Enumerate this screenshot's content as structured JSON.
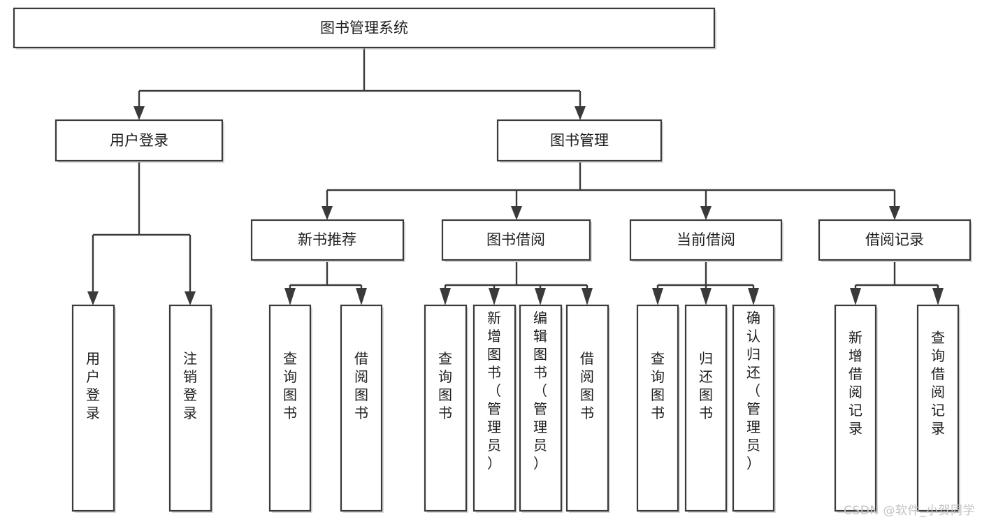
{
  "diagram": {
    "type": "tree-hierarchy-flowchart",
    "orientation": "top-down",
    "root": {
      "id": "root",
      "label": "图书管理系统"
    },
    "level2": [
      {
        "id": "user-login",
        "label": "用户登录"
      },
      {
        "id": "book-manage",
        "label": "图书管理"
      }
    ],
    "level3": [
      {
        "id": "new-book-recommend",
        "label": "新书推荐",
        "parent": "book-manage"
      },
      {
        "id": "book-borrow",
        "label": "图书借阅",
        "parent": "book-manage"
      },
      {
        "id": "current-borrow",
        "label": "当前借阅",
        "parent": "book-manage"
      },
      {
        "id": "borrow-record",
        "label": "借阅记录",
        "parent": "book-manage"
      }
    ],
    "leaves": [
      {
        "id": "leaf-user-login",
        "label": "用户登录",
        "parent": "user-login"
      },
      {
        "id": "leaf-user-logout",
        "label": "注销登录",
        "parent": "user-login"
      },
      {
        "id": "leaf-query-book-1",
        "label": "查询图书",
        "parent": "new-book-recommend"
      },
      {
        "id": "leaf-borrow-book-1",
        "label": "借阅图书",
        "parent": "new-book-recommend"
      },
      {
        "id": "leaf-query-book-2",
        "label": "查询图书",
        "parent": "book-borrow"
      },
      {
        "id": "leaf-add-book",
        "label": "新增图书（管理员）",
        "parent": "book-borrow"
      },
      {
        "id": "leaf-edit-book",
        "label": "编辑图书（管理员）",
        "parent": "book-borrow"
      },
      {
        "id": "leaf-borrow-book-2",
        "label": "借阅图书",
        "parent": "book-borrow"
      },
      {
        "id": "leaf-query-book-3",
        "label": "查询图书",
        "parent": "current-borrow"
      },
      {
        "id": "leaf-return-book",
        "label": "归还图书",
        "parent": "current-borrow"
      },
      {
        "id": "leaf-confirm-return",
        "label": "确认归还（管理员）",
        "parent": "current-borrow"
      },
      {
        "id": "leaf-add-record",
        "label": "新增借阅记录",
        "parent": "borrow-record"
      },
      {
        "id": "leaf-query-record",
        "label": "查询借阅记录",
        "parent": "borrow-record"
      }
    ],
    "colors": {
      "stroke": "#3a3a3a",
      "fill": "#ffffff",
      "text": "#1d1d1d",
      "background": "#ffffff",
      "watermark": "#c2c2c2"
    }
  },
  "watermark": {
    "text": "CSDN @软件_小贺同学"
  }
}
